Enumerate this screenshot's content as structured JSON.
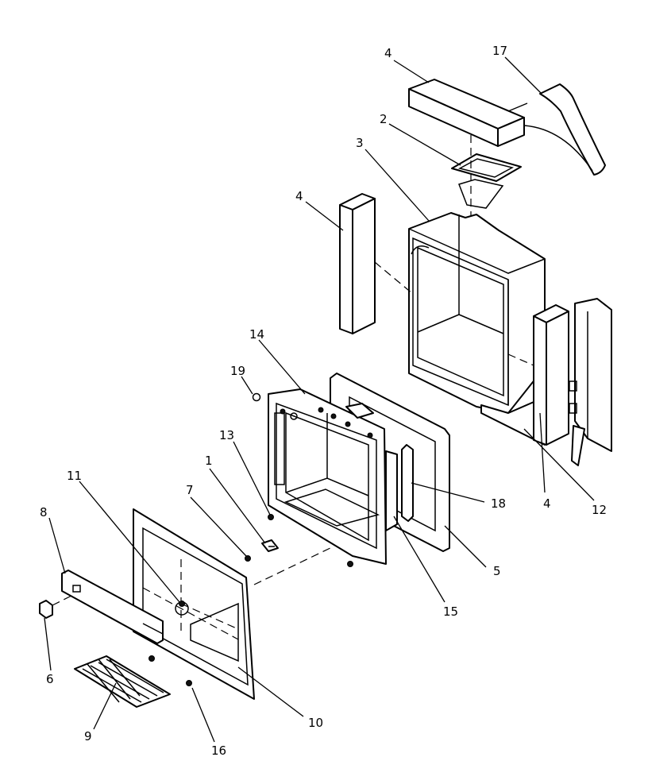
{
  "callouts": [
    {
      "id": "c4a",
      "label": "4"
    },
    {
      "id": "c17",
      "label": "17"
    },
    {
      "id": "c2",
      "label": "2"
    },
    {
      "id": "c3",
      "label": "3"
    },
    {
      "id": "c4b",
      "label": "4"
    },
    {
      "id": "c14",
      "label": "14"
    },
    {
      "id": "c19",
      "label": "19"
    },
    {
      "id": "c13",
      "label": "13"
    },
    {
      "id": "c1",
      "label": "1"
    },
    {
      "id": "c11",
      "label": "11"
    },
    {
      "id": "c7",
      "label": "7"
    },
    {
      "id": "c8",
      "label": "8"
    },
    {
      "id": "c18",
      "label": "18"
    },
    {
      "id": "c4c",
      "label": "4"
    },
    {
      "id": "c12",
      "label": "12"
    },
    {
      "id": "c5",
      "label": "5"
    },
    {
      "id": "c15",
      "label": "15"
    },
    {
      "id": "c6",
      "label": "6"
    },
    {
      "id": "c9",
      "label": "9"
    },
    {
      "id": "c10",
      "label": "10"
    },
    {
      "id": "c16",
      "label": "16"
    }
  ]
}
